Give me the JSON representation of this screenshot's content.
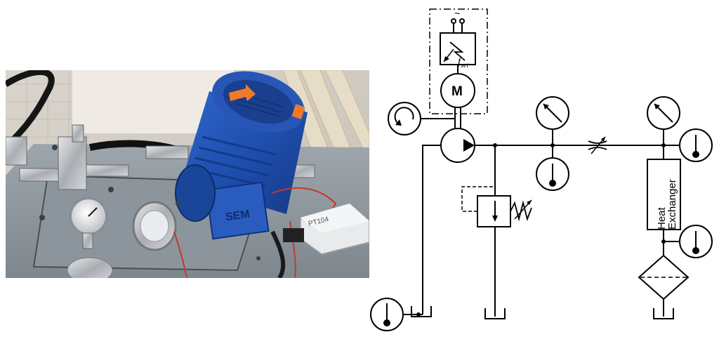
{
  "photo": {
    "motor_brand": "SEM",
    "daq_device_label": "PT104"
  },
  "schematic": {
    "supply_symbol": "~",
    "freq_label": "f",
    "freq_subscript": "set",
    "motor_label": "M",
    "heat_exchanger_line1": "Heat",
    "heat_exchanger_line2": "Exchanger"
  }
}
